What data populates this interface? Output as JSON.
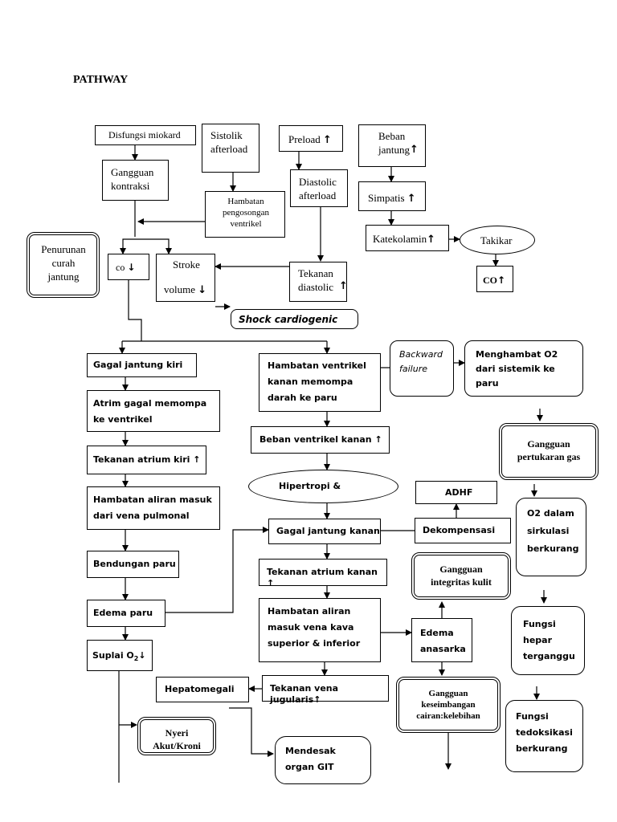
{
  "title": "PATHWAY",
  "arrow_up": "↑",
  "arrow_down": "↓",
  "nodes": {
    "disfungsi": "Disfungsi miokard",
    "sistolik": "Sistolik afterload",
    "preload": "Preload",
    "beban_jantung": "Beban jantung",
    "gangguan_kontraksi": "Gangguan kontraksi",
    "diastolic_afterload": "Diastolic afterload",
    "simpatis": "Simpatis",
    "hambatan_pengosongan": "Hambatan pengosongan ventrikel",
    "katekolamin": "Katekolamin",
    "takikar": "Takikar",
    "penurunan_curah": "Penurunan curah jantung",
    "co": "co",
    "stroke_volume_a": "Stroke",
    "stroke_volume_b": "volume",
    "tekanan_diastolic": "Tekanan diastolic",
    "co2": "CO",
    "shock": "Shock cardiogenic",
    "gagal_kiri": "Gagal jantung kiri",
    "hambatan_ventrikel_kanan": "Hambatan ventrikel kanan memompa darah ke paru",
    "backward": "Backward failure",
    "menghambat_o2": "Menghambat O2 dari sistemik ke paru",
    "atrium_gagal": "Atrim gagal memompa ke ventrikel",
    "beban_ventrikel_kanan": "Beban ventrikel kanan",
    "gangguan_pertukaran": "Gangguan pertukaran gas",
    "tekanan_atrium_kiri": "Tekanan atrium kiri",
    "hipertropi": "Hipertropi &",
    "adhf": "ADHF",
    "hambatan_aliran_masuk": "Hambatan aliran masuk dari vena pulmonal",
    "gagal_kanan": "Gagal jantung kanan",
    "dekompensasi": "Dekompensasi",
    "o2_dalam": "O2 dalam sirkulasi berkurang",
    "bendungan_paru": "Bendungan paru",
    "tekanan_atrium_kanan": "Tekanan atrium kanan",
    "gangguan_integritas": "Gangguan integritas kulit",
    "edema_paru": "Edema paru",
    "hambatan_vena_kava": "Hambatan aliran masuk vena kava superior & inferior",
    "edema_anasarka": "Edema anasarka",
    "fungsi_hepar": "Fungsi hepar terganggu",
    "suplai_o2": "Suplai O",
    "suplai_sub": "2",
    "hepatomegali": "Hepatomegali",
    "tekanan_vena_jugularis": "Tekanan vena jugularis",
    "gangguan_keseimbangan": "Gangguan keseimbangan cairan:kelebihan",
    "fungsi_detoks": "Fungsi tedoksikasi berkurang",
    "nyeri": "Nyeri Akut/Kroni",
    "mendesak_organ": "Mendesak organ GIT"
  }
}
